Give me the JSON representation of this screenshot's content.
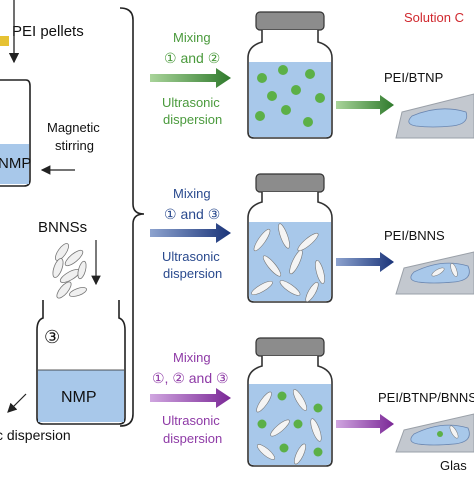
{
  "title": "Solution C",
  "inputs": {
    "pei_label": "PEI pellets",
    "magnetic_label_line1": "Magnetic",
    "magnetic_label_line2": "stirring",
    "bnns_label": "BNNSs",
    "nmp_top": "NMP",
    "nmp_bottom": "NMP",
    "circled_three": "③",
    "dispersion_label": "c dispersion"
  },
  "routes": [
    {
      "mix_label": "Mixing",
      "mix_detail": "① and ②",
      "process_line1": "Ultrasonic",
      "process_line2": "dispersion",
      "product": "PEI/BTNP",
      "color": "#4a9a3c"
    },
    {
      "mix_label": "Mixing",
      "mix_detail": "① and ③",
      "process_line1": "Ultrasonic",
      "process_line2": "dispersion",
      "product": "PEI/BNNS",
      "color": "#2a4a8e"
    },
    {
      "mix_label": "Mixing",
      "mix_detail": "①, ② and ③",
      "process_line1": "Ultrasonic",
      "process_line2": "dispersion",
      "product": "PEI/BTNP/BNNS",
      "color": "#8e3aa6"
    }
  ],
  "substrate_label": "Glas",
  "colors": {
    "liquid": "#a8c8ea",
    "jar_lid": "#8c8c8c",
    "particle": "#5cb047",
    "flake": "#f4f4f4",
    "title_red": "#d0282e"
  }
}
